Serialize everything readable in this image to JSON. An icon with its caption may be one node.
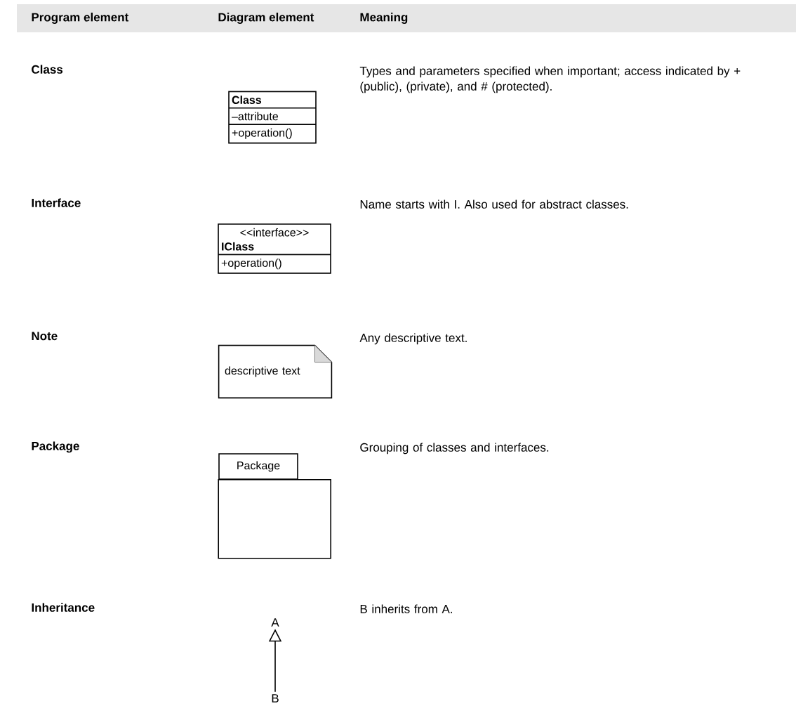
{
  "diagram": {
    "nodes": [
      {
        "text": [
          "Class",
          "–attribute",
          "+operation()"
        ]
      },
      {
        "text": [
          "<<interface>>",
          "IClass",
          "+operation()"
        ]
      },
      {
        "text": [
          "descriptive text"
        ]
      },
      {
        "text": [
          "Package"
        ]
      },
      {
        "text": [
          "A"
        ]
      },
      {
        "text": [
          "B"
        ]
      }
    ],
    "edges": [
      {
        "from": 5,
        "to": 4,
        "arrow": "to"
      }
    ],
    "labels": [
      "Program element",
      "Diagram element",
      "Meaning",
      "Class",
      "Types and parameters specified when important; access indicated by + (public), (private), and # (protected).",
      "Interface",
      "Name starts with I. Also used for abstract classes.",
      "Note",
      "Any descriptive text.",
      "Package",
      "Grouping of classes and interfaces.",
      "Inheritance",
      "B inherits from A."
    ]
  }
}
